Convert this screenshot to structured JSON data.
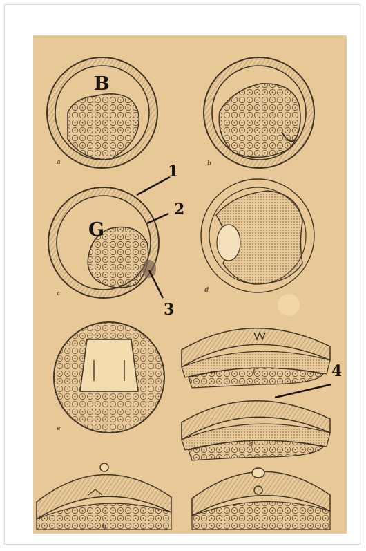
{
  "figure": {
    "labels": {
      "blastocoel": "B",
      "gastrocoel": "G",
      "n1": "1",
      "n2": "2",
      "n3": "3",
      "n4": "4"
    },
    "panel_letters": [
      "a",
      "b",
      "c",
      "d",
      "e",
      "f",
      "g",
      "h",
      "i"
    ]
  }
}
